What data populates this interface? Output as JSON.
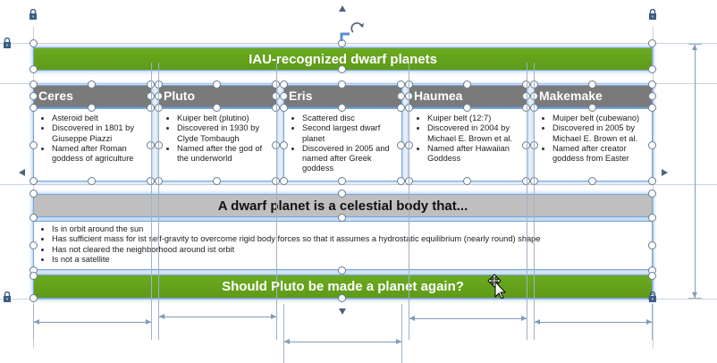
{
  "title_banner": {
    "text": "IAU-recognized dwarf planets"
  },
  "columns": [
    {
      "name": "Ceres",
      "facts": [
        "Asteroid belt",
        "Discovered in 1801 by Giuseppe Piazzi",
        "Named after Roman goddess of agriculture"
      ]
    },
    {
      "name": "Pluto",
      "facts": [
        "Kuiper belt (plutino)",
        "Discovered in 1930 by Clyde Tombaugh",
        "Named after the god of the underworld"
      ]
    },
    {
      "name": "Eris",
      "facts": [
        "Scattered disc",
        "Second largest dwarf planet",
        "Discovered in 2005 and named after Greek goddess"
      ]
    },
    {
      "name": "Haumea",
      "facts": [
        "Kuiper belt (12:7)",
        "Discovered in 2004 by Michael E. Brown et al.",
        "Named after Hawaiian Goddess"
      ]
    },
    {
      "name": "Makemake",
      "facts": [
        "Muiper belt (cubewano)",
        "Discovered in 2005 by Michael E. Brown et al.",
        "Named after creator goddess from Easter"
      ]
    }
  ],
  "definition_banner": {
    "text": "A dwarf planet is a celestial body that..."
  },
  "definition_points": [
    "Is in orbit around the sun",
    "Has sufficient mass for ist self-gravity to overcome rigid body forces so that it assumes a hydrostatic equilibrium (nearly round) shape",
    "Has not cleared the neighborhood around ist orbit",
    "Is not a satellite"
  ],
  "question_banner": {
    "text": "Should Pluto be made a planet again?"
  },
  "colors": {
    "green": "#66a61e",
    "dark_gray": "#7a7a7a",
    "light_gray": "#bfbfbf",
    "selection": "#7aa7d8",
    "guide": "#c9d3de"
  },
  "icons": {
    "lock": "lock-icon",
    "rotate": "rotate-handle-icon",
    "move_cursor": "move-cursor-icon",
    "arrow_up": "arrow-up-icon",
    "arrow_down": "arrow-down-icon",
    "arrow_left": "arrow-left-icon",
    "arrow_right": "arrow-right-icon"
  }
}
